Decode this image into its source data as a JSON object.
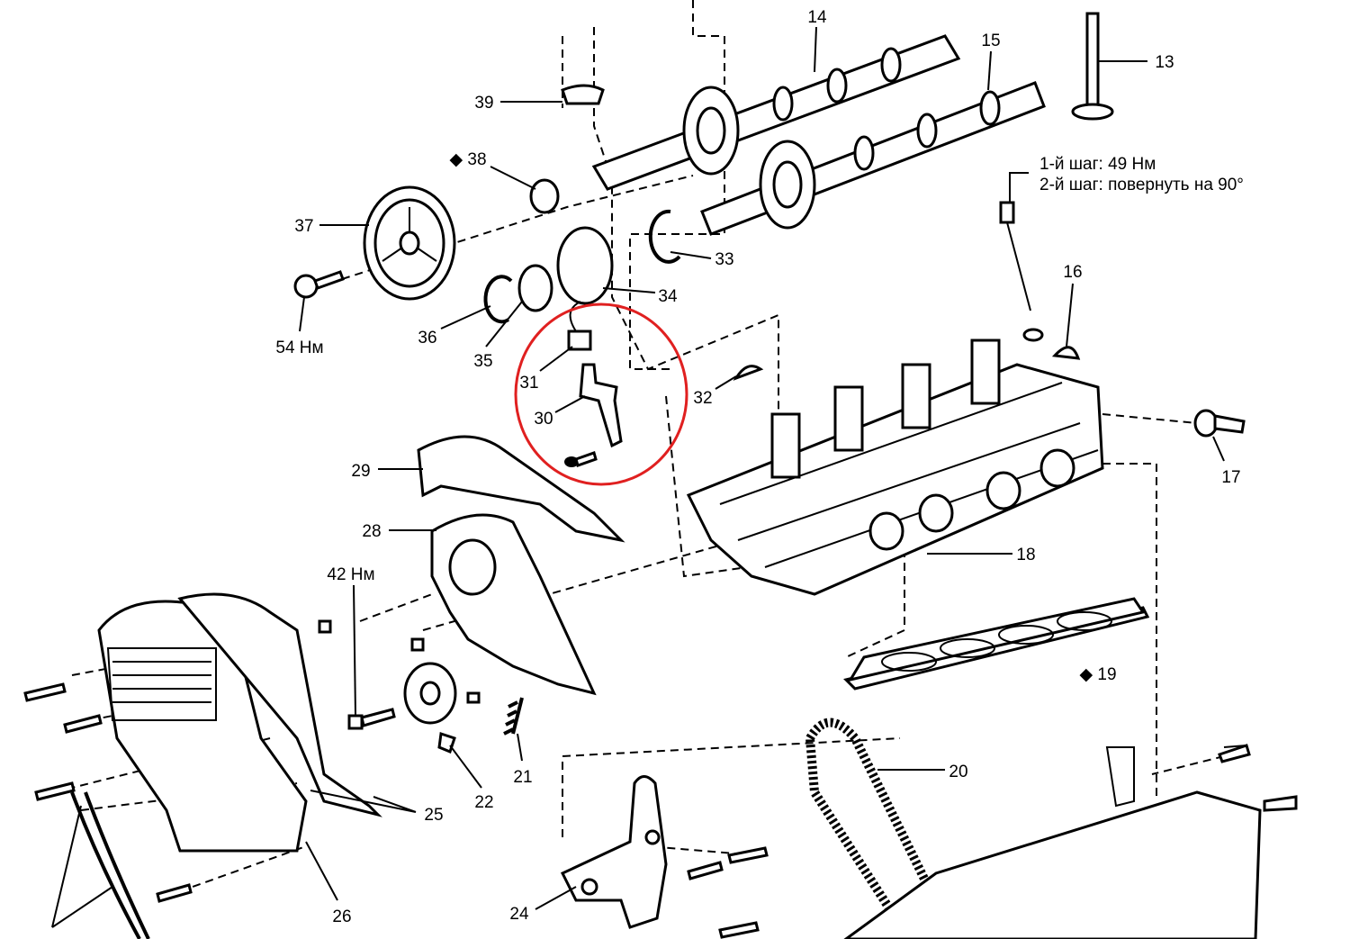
{
  "diagram": {
    "highlight_color": "#e02020",
    "callouts": {
      "p13": "13",
      "p14": "14",
      "p15": "15",
      "p16": "16",
      "p17": "17",
      "p18": "18",
      "p19": "◆ 19",
      "p20": "20",
      "p21": "21",
      "p22": "22",
      "p24": "24",
      "p25": "25",
      "p26": "26",
      "p28": "28",
      "p29": "29",
      "p30": "30",
      "p31": "31",
      "p32": "32",
      "p33": "33",
      "p34": "34",
      "p35": "35",
      "p36": "36",
      "p37": "37",
      "p38": "◆ 38",
      "p39": "39"
    },
    "torques": {
      "bolt_37": "54 Нм",
      "bolt_22": "42 Нм",
      "head_step1": "1-й шаг: 49 Нм",
      "head_step2": "2-й шаг: повернуть на 90°"
    }
  }
}
